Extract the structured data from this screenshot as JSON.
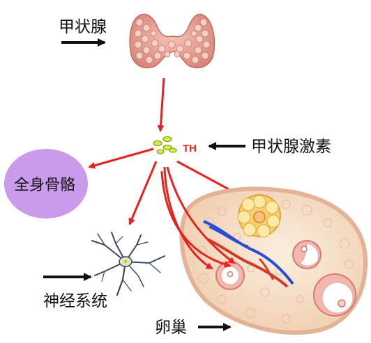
{
  "labels": {
    "thyroid": "甲状腺",
    "th": "TH",
    "hormone": "甲状腺激素",
    "bone": "全身骨骼",
    "nervous": "神经系统",
    "ovary": "卵巢"
  },
  "colors": {
    "arrow_red": "#e8201e",
    "arrow_black": "#111111",
    "th_text": "#e8201e",
    "bone_fill": "#c99bea",
    "thyroid_fill": "#e9a79a",
    "thyroid_lobule": "#f3c6bb",
    "ovary_fill": "#f7e4cc",
    "ovary_edge": "#e8b7a0",
    "follicle_fill": "#f7d26a",
    "vessel_blue": "#2a4bd6",
    "vessel_red": "#d43a2a",
    "pellet_fill": "#d7ee3a"
  },
  "icons": {
    "thyroid": "thyroid-gland-illustration",
    "neuron": "neuron-illustration",
    "ovary": "ovary-cross-section-illustration"
  }
}
